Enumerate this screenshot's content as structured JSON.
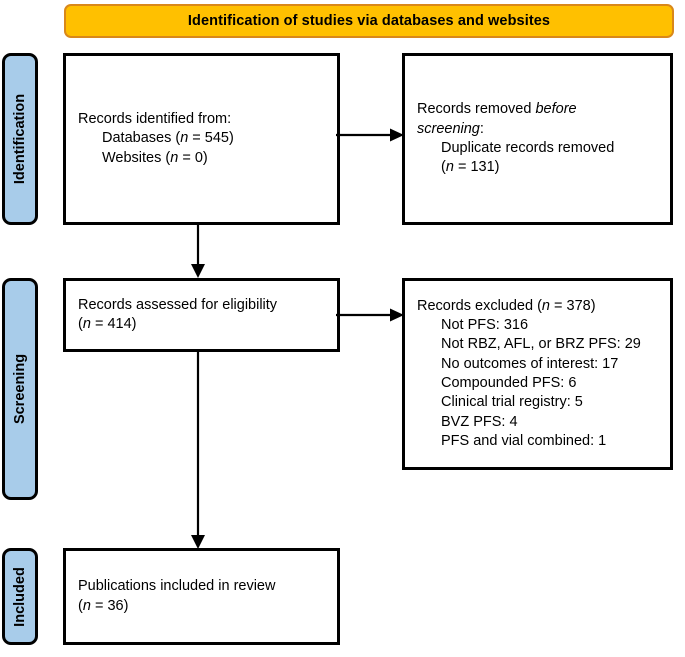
{
  "header": {
    "title": "Identification of studies via databases and websites",
    "background_color": "#FFC000",
    "border_color": "#D9881A"
  },
  "stages": {
    "identification": "Identification",
    "screening": "Screening",
    "included": "Included",
    "background_color": "#A8CCEA",
    "border_color": "#000000"
  },
  "boxes": {
    "identified": {
      "title": "Records identified from:",
      "items": [
        {
          "label": "Databases (",
          "n_symbol": "n",
          "n_value": " = 545)"
        },
        {
          "label": "Websites (",
          "n_symbol": "n",
          "n_value": " = 0)"
        }
      ],
      "databases_line": "Databases (n = 545)",
      "websites_line": "Websites (n = 0)"
    },
    "removed": {
      "title_prefix": "Records removed ",
      "title_italic": "before",
      "title_italic2": "screening",
      "title_suffix": ":",
      "item_label": "Duplicate records removed",
      "item_count_prefix": "(",
      "item_count_symbol": "n",
      "item_count_suffix": " = 131)"
    },
    "assessed": {
      "title": "Records assessed for eligibility",
      "count_prefix": "(",
      "count_symbol": "n",
      "count_suffix": " = 414)"
    },
    "excluded": {
      "title_prefix": "Records excluded (",
      "title_symbol": "n",
      "title_suffix": " = 378)",
      "total": 378,
      "reasons": [
        {
          "label": "Not PFS:",
          "count": "316"
        },
        {
          "label": "Not RBZ, AFL, or BRZ PFS:",
          "count": "29"
        },
        {
          "label": "No outcomes of interest:",
          "count": "17"
        },
        {
          "label": "Compounded PFS:",
          "count": "6"
        },
        {
          "label": "Clinical trial registry:",
          "count": "5"
        },
        {
          "label": "BVZ PFS:",
          "count": "4"
        },
        {
          "label": "PFS and vial combined:",
          "count": "1"
        }
      ],
      "reason_lines": [
        "Not PFS: 316",
        "Not RBZ, AFL, or BRZ PFS: 29",
        "No outcomes of interest: 17",
        "Compounded PFS: 6",
        "Clinical trial registry: 5",
        "BVZ PFS: 4",
        "PFS and vial combined: 1"
      ]
    },
    "included": {
      "title": "Publications included in review",
      "count_prefix": "(",
      "count_symbol": "n",
      "count_suffix": " = 36)"
    }
  },
  "arrows": {
    "identified_to_removed": "horizontal-arrow-right",
    "assessed_to_excluded": "horizontal-arrow-right",
    "identified_to_assessed": "vertical-arrow-down",
    "assessed_to_included": "vertical-arrow-down",
    "color": "#000000"
  }
}
